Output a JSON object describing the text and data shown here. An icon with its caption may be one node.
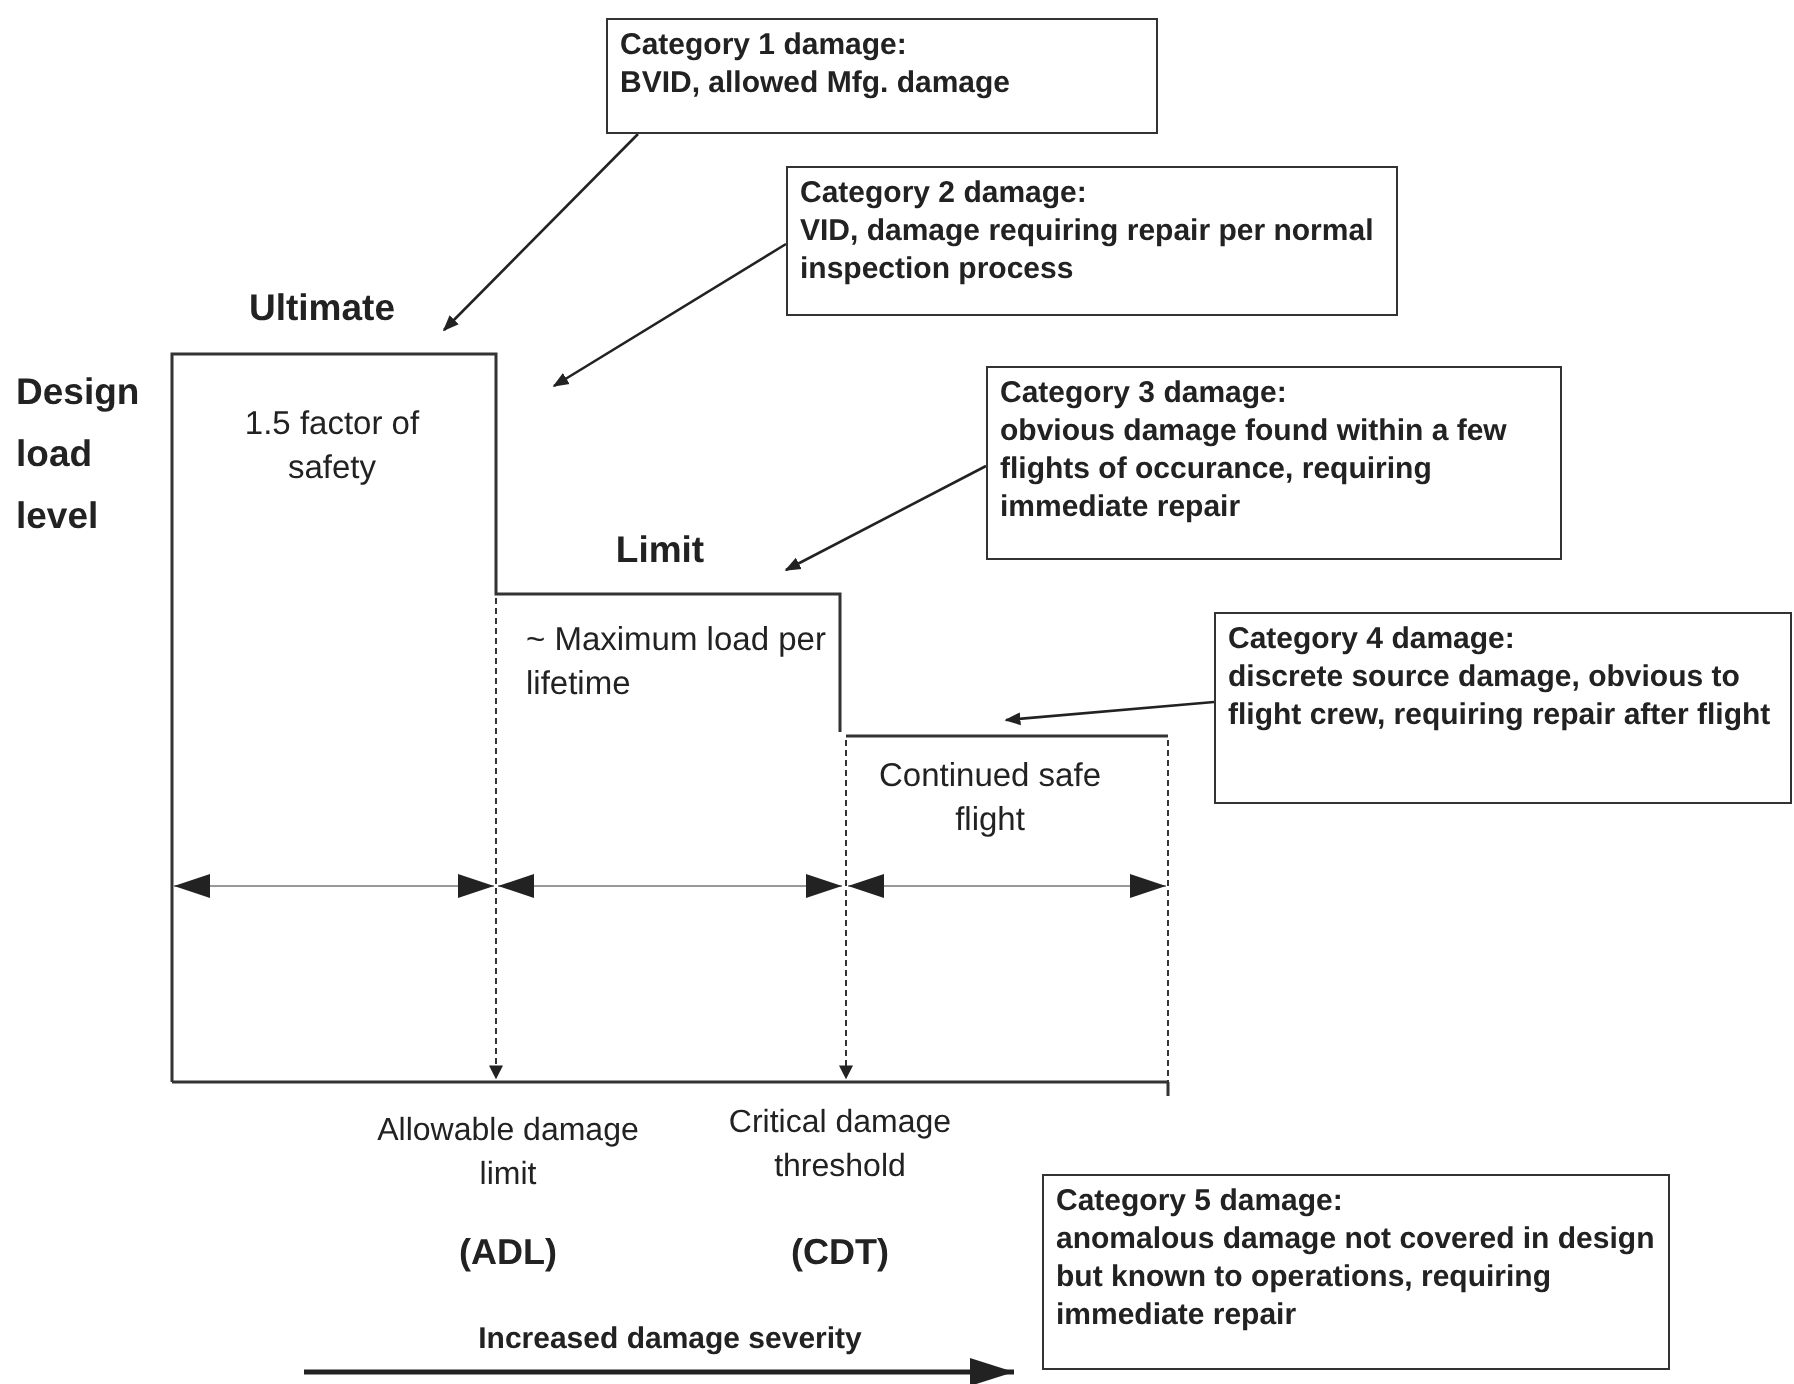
{
  "diagram": {
    "nodes": [
      {
        "text": [
          "Category 1 damage:",
          "BVID, allowed Mfg. damage"
        ]
      },
      {
        "text": [
          "Category 2 damage:",
          "VID, damage requiring repair per normal inspection process"
        ]
      },
      {
        "text": [
          "Category 3 damage:",
          "obvious damage found within a few flights of occurance, requiring immediate repair"
        ]
      },
      {
        "text": [
          "Category 4 damage:",
          "discrete source damage, obvious to flight crew, requiring repair after flight"
        ]
      },
      {
        "text": [
          "Category 5 damage:",
          "anomalous damage not covered in design but known to operations, requiring immediate repair"
        ]
      }
    ],
    "edges": [
      {
        "from": 0,
        "to": null,
        "arrow": "to"
      },
      {
        "from": 1,
        "to": null,
        "arrow": "to"
      },
      {
        "from": 2,
        "to": null,
        "arrow": "to"
      },
      {
        "from": 3,
        "to": null,
        "arrow": "to"
      }
    ],
    "labels": [
      "Ultimate",
      "Design load level",
      "1.5 factor of safety",
      "Limit",
      "~ Maximum load per lifetime",
      "Continued safe flight",
      "Allowable damage limit",
      "Critical damage threshold",
      "(ADL)",
      "(CDT)",
      "Increased damage severity"
    ]
  }
}
